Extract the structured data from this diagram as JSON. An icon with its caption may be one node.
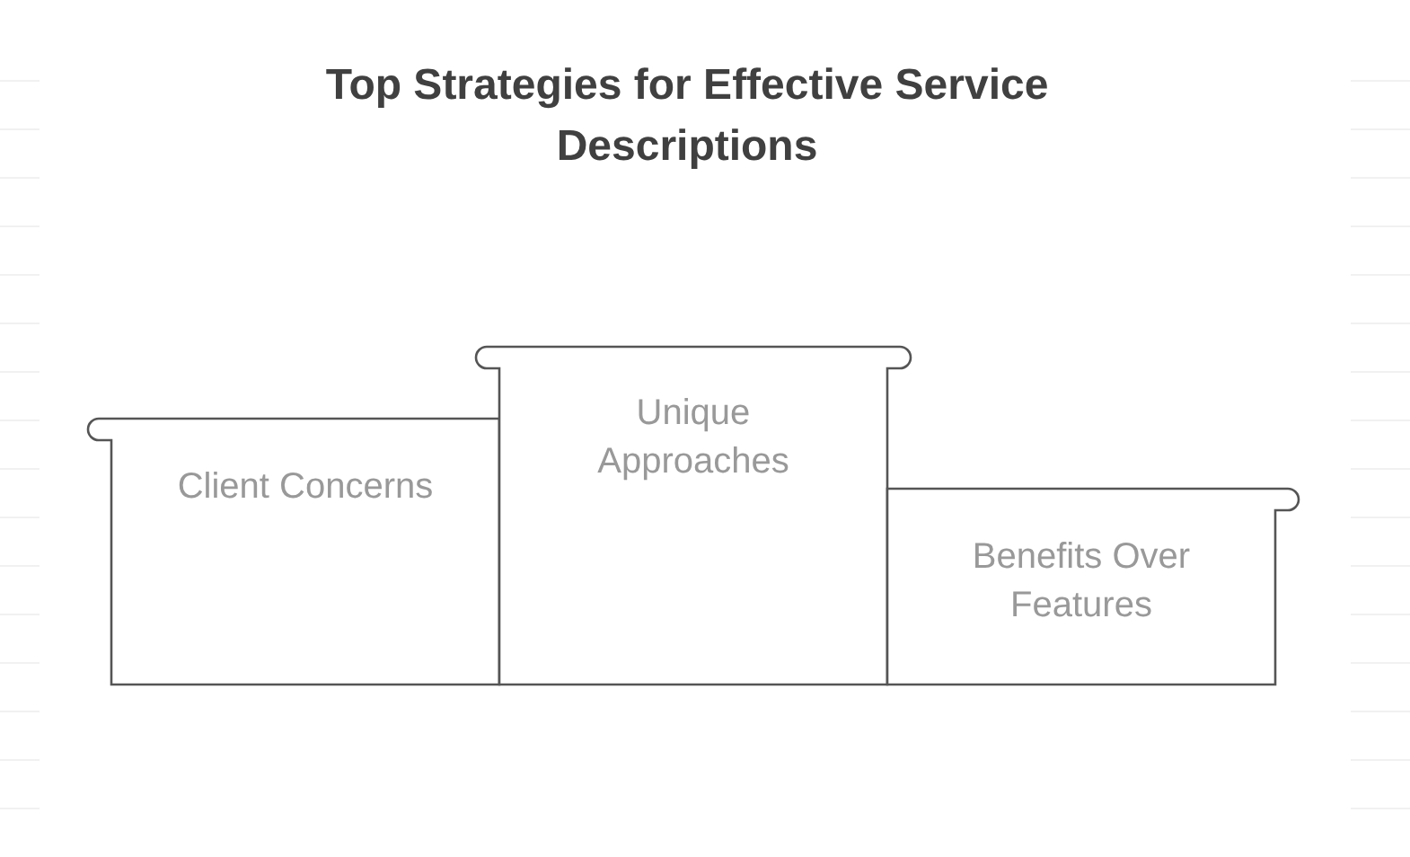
{
  "diagram": {
    "title": "Top Strategies for Effective Service Descriptions",
    "nodes": [
      {
        "text": [
          "Client Concerns"
        ]
      },
      {
        "text": [
          "Unique Approaches"
        ]
      },
      {
        "text": [
          "Benefits Over Features"
        ]
      }
    ]
  }
}
